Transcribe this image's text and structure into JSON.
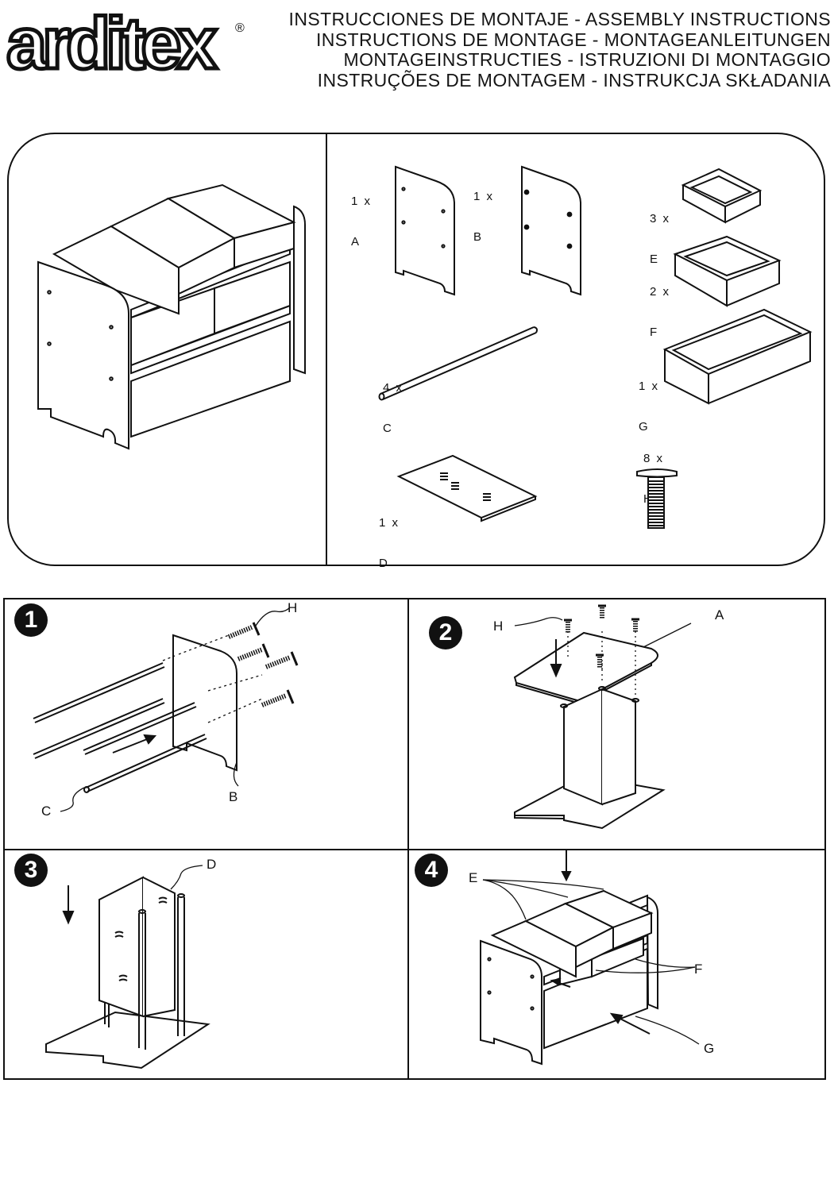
{
  "brand": {
    "logo_text": "arditex",
    "registered_mark": "®"
  },
  "header": {
    "lines": [
      "INSTRUCCIONES DE MONTAJE - ASSEMBLY INSTRUCTIONS",
      "INSTRUCTIONS DE MONTAGE - MONTAGEANLEITUNGEN",
      "MONTAGEINSTRUCTIES - ISTRUZIONI DI MONTAGGIO",
      "INSTRUÇÕES DE MONTAGEM - INSTRUKCJA SKŁADANIA"
    ]
  },
  "parts": [
    {
      "qty": "1 x",
      "letter": "A"
    },
    {
      "qty": "1 x",
      "letter": "B"
    },
    {
      "qty": "4 x",
      "letter": "C"
    },
    {
      "qty": "1 x",
      "letter": "D"
    },
    {
      "qty": "3 x",
      "letter": "E"
    },
    {
      "qty": "2 x",
      "letter": "F"
    },
    {
      "qty": "1 x",
      "letter": "G"
    },
    {
      "qty": "8 x",
      "letter": "H"
    }
  ],
  "steps": [
    {
      "number": "1",
      "labels": [
        "H",
        "B",
        "C"
      ]
    },
    {
      "number": "2",
      "labels": [
        "H",
        "A"
      ]
    },
    {
      "number": "3",
      "labels": [
        "D"
      ]
    },
    {
      "number": "4",
      "labels": [
        "E",
        "F",
        "G"
      ]
    }
  ]
}
